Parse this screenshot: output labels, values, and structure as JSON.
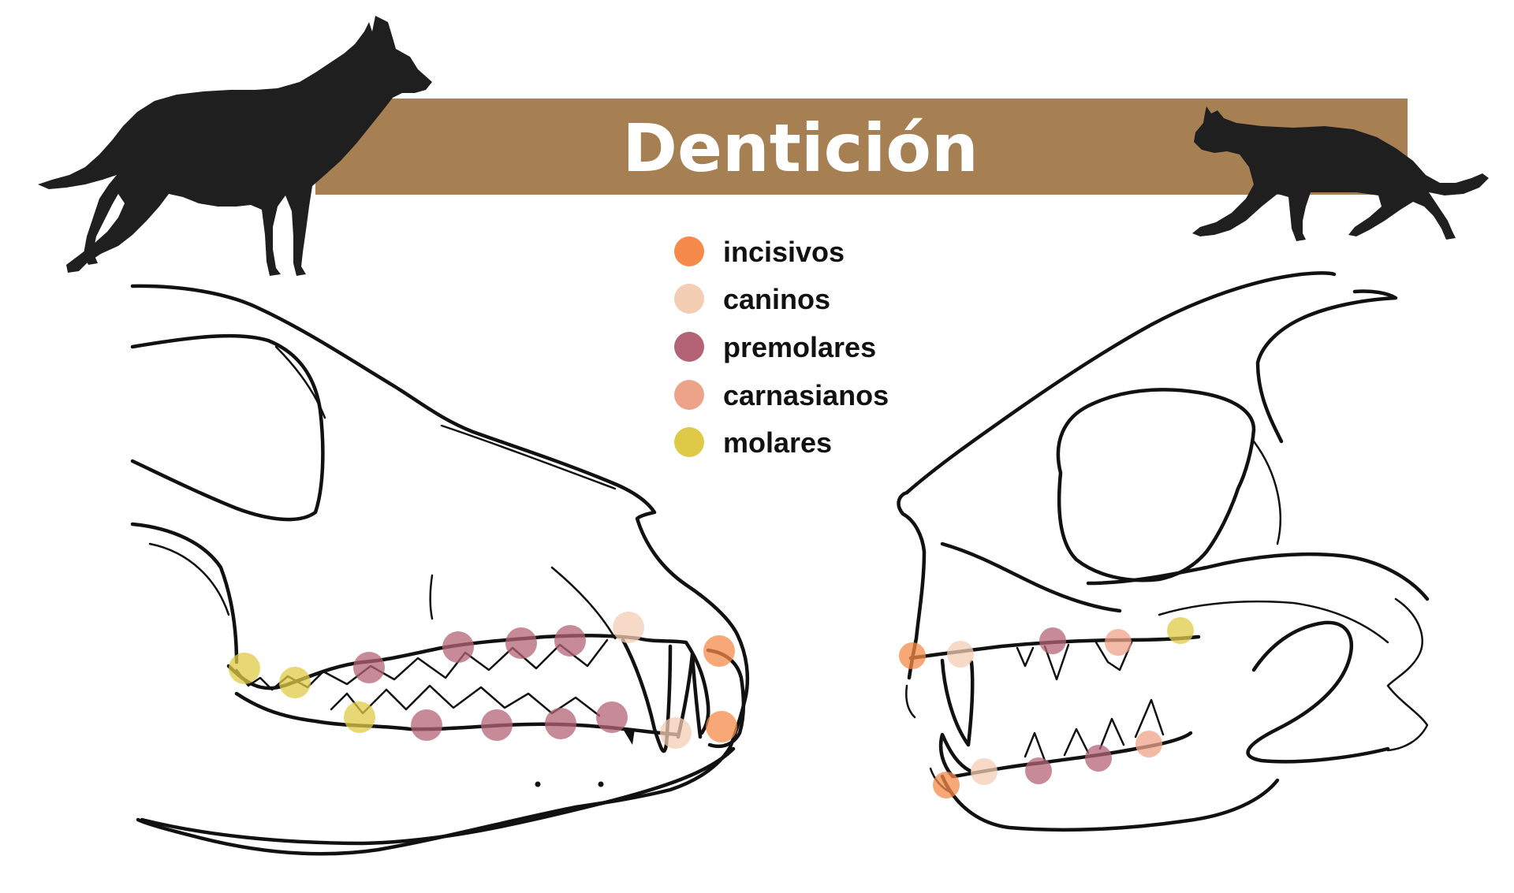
{
  "title": "Dentición",
  "colors": {
    "banner": "#a67f52",
    "silhouette": "#1f1f1f",
    "incisivos": "#f58a4a",
    "caninos": "#f3cdb4",
    "premolares": "#b46376",
    "carnasianos": "#eda38a",
    "molares": "#dfca47"
  },
  "legend": [
    {
      "key": "incisivos",
      "label": "incisivos",
      "color": "#f58a4a"
    },
    {
      "key": "caninos",
      "label": "caninos",
      "color": "#f3cdb4"
    },
    {
      "key": "premolares",
      "label": "premolares",
      "color": "#b46376"
    },
    {
      "key": "carnasianos",
      "label": "carnasianos",
      "color": "#eda38a"
    },
    {
      "key": "molares",
      "label": "molares",
      "color": "#dfca47"
    }
  ],
  "icons": [
    "dog-silhouette-icon",
    "cat-silhouette-icon"
  ]
}
